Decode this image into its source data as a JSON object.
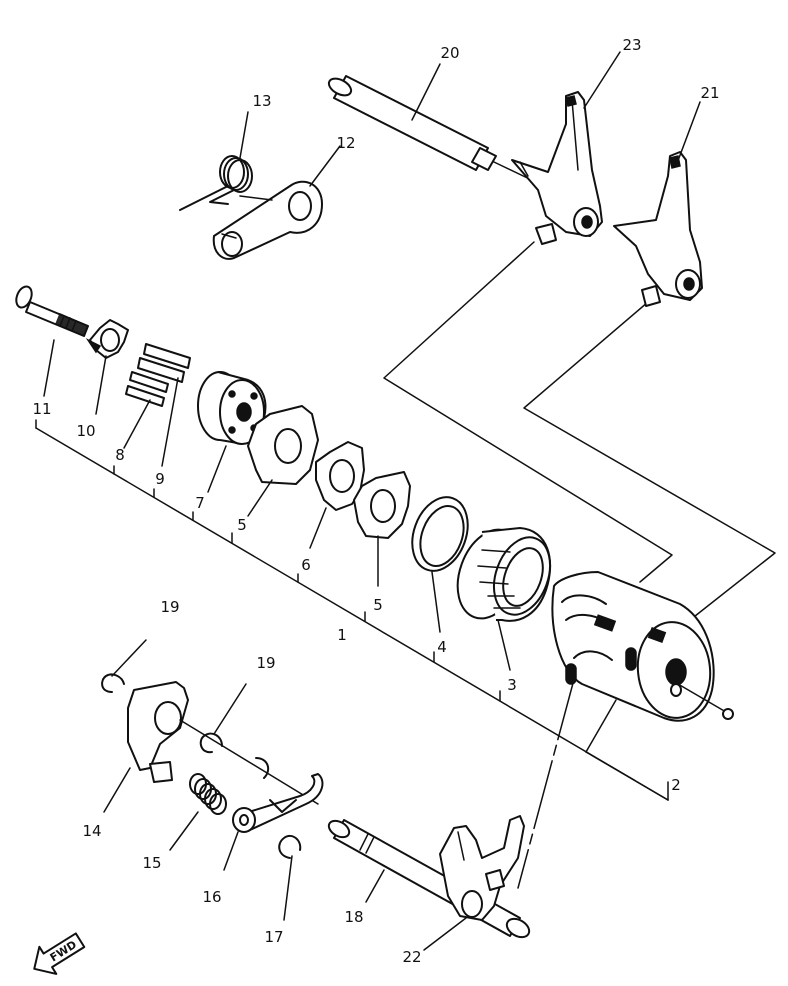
{
  "callouts": {
    "c1": "1",
    "c2": "2",
    "c3": "3",
    "c4": "4",
    "c5a": "5",
    "c5b": "5",
    "c6": "6",
    "c7": "7",
    "c8": "8",
    "c9": "9",
    "c10": "10",
    "c11": "11",
    "c12": "12",
    "c13": "13",
    "c14": "14",
    "c15": "15",
    "c16": "16",
    "c17": "17",
    "c18": "18",
    "c19a": "19",
    "c19b": "19",
    "c20": "20",
    "c21": "21",
    "c22": "22",
    "c23": "23"
  },
  "badge": {
    "fwd": "FWD"
  }
}
